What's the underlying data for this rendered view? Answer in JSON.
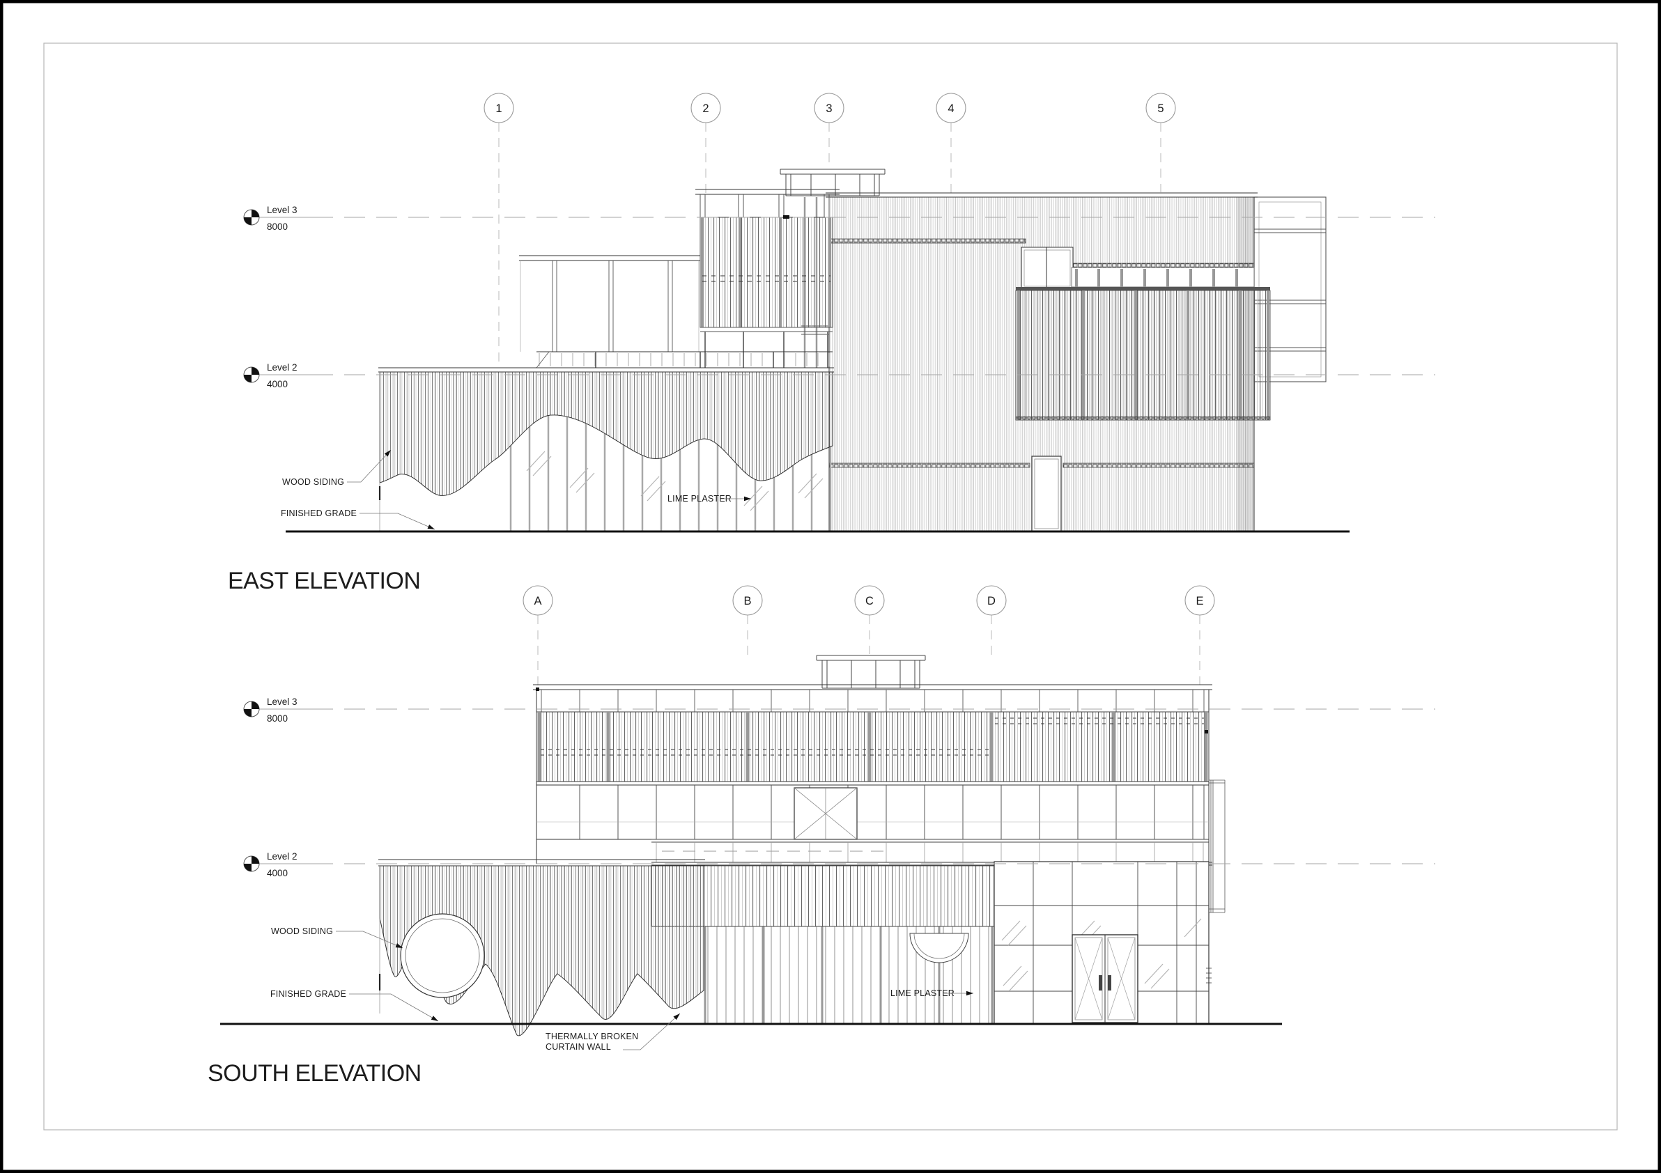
{
  "sheet": {
    "background": "#ffffff",
    "frame_color": "#000000",
    "inner_border_color": "#b6b6b6",
    "ink_color": "#1f1f1f",
    "hatch_color": "#9b9b9b"
  },
  "east": {
    "title": "EAST ELEVATION",
    "grids": [
      {
        "label": "1"
      },
      {
        "label": "2"
      },
      {
        "label": "3"
      },
      {
        "label": "4"
      },
      {
        "label": "5"
      }
    ],
    "levels": [
      {
        "name": "Level 3",
        "elevation": "8000"
      },
      {
        "name": "Level 2",
        "elevation": "4000"
      }
    ],
    "annotations": [
      {
        "text": "WOOD SIDING"
      },
      {
        "text": "FINISHED GRADE"
      },
      {
        "text": "LIME PLASTER"
      }
    ]
  },
  "south": {
    "title": "SOUTH ELEVATION",
    "grids": [
      {
        "label": "A"
      },
      {
        "label": "B"
      },
      {
        "label": "C"
      },
      {
        "label": "D"
      },
      {
        "label": "E"
      }
    ],
    "levels": [
      {
        "name": "Level 3",
        "elevation": "8000"
      },
      {
        "name": "Level 2",
        "elevation": "4000"
      }
    ],
    "annotations": [
      {
        "text": "WOOD SIDING"
      },
      {
        "text": "FINISHED GRADE"
      },
      {
        "lines": [
          "THERMALLY BROKEN",
          "CURTAIN WALL"
        ]
      },
      {
        "text": "LIME PLASTER"
      }
    ]
  }
}
